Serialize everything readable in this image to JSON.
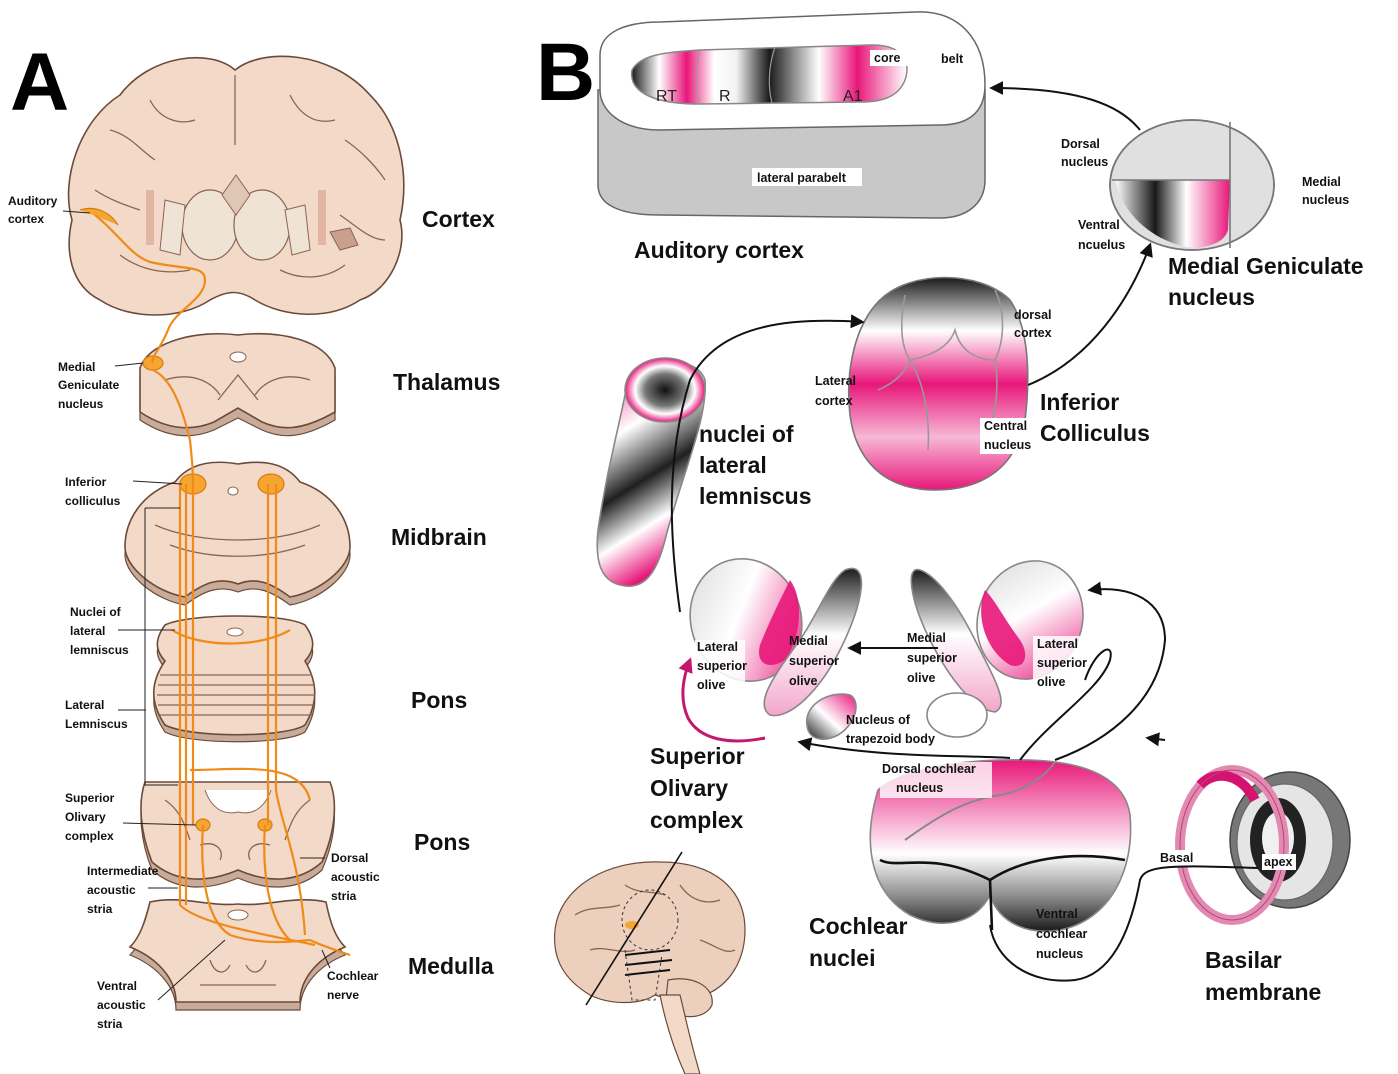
{
  "panel_a": {
    "letter": "A",
    "levels": [
      "Cortex",
      "Thalamus",
      "Midbrain",
      "Pons",
      "Pons",
      "Medulla"
    ],
    "labels": {
      "auditory_cortex": [
        "Auditory",
        "cortex"
      ],
      "medial_geniculate": [
        "Medial",
        "Geniculate",
        "nucleus"
      ],
      "inferior_colliculus": [
        "Inferior",
        "colliculus"
      ],
      "nuclei_lateral_lemniscus": [
        "Nuclei of",
        "lateral",
        "lemniscus"
      ],
      "lateral_lemniscus": [
        "Lateral",
        "Lemniscus"
      ],
      "superior_olivary": [
        "Superior",
        "Olivary",
        "complex"
      ],
      "intermediate_stria": [
        "Intermediate",
        "acoustic",
        "stria"
      ],
      "dorsal_stria": [
        "Dorsal",
        "acoustic",
        "stria"
      ],
      "ventral_stria": [
        "Ventral",
        "acoustic",
        "stria"
      ],
      "cochlear_nerve": [
        "Cochlear",
        "nerve"
      ]
    }
  },
  "panel_b": {
    "letter": "B",
    "auditory_cortex": {
      "title": "Auditory cortex",
      "core": "core",
      "belt": "belt",
      "parabelt": "lateral parabelt",
      "fields": [
        "RT",
        "R",
        "A1"
      ]
    },
    "mgn": {
      "title": [
        "Medial Geniculate",
        "nucleus"
      ],
      "dorsal": [
        "Dorsal",
        "nucleus"
      ],
      "ventral": [
        "Ventral",
        "ncuelus"
      ],
      "medial": [
        "Medial",
        "nucleus"
      ]
    },
    "ic": {
      "title": [
        "Inferior",
        "Colliculus"
      ],
      "dorsal": [
        "dorsal",
        "cortex"
      ],
      "lateral": [
        "Lateral",
        "cortex"
      ],
      "central": [
        "Central",
        "nucleus"
      ]
    },
    "nll": {
      "title": [
        "nuclei of",
        "lateral",
        "lemniscus"
      ]
    },
    "soc": {
      "title": [
        "Superior",
        "Olivary",
        "complex"
      ],
      "lso_left": [
        "Lateral",
        "superior",
        "olive"
      ],
      "mso_left": [
        "Medial",
        "superior",
        "olive"
      ],
      "mso_right": [
        "Medial",
        "superior",
        "olive"
      ],
      "lso_right": [
        "Lateral",
        "superior",
        "olive"
      ],
      "mntb": [
        "Nucleus of",
        "trapezoid body"
      ]
    },
    "cn": {
      "title": [
        "Cochlear",
        "nuclei"
      ],
      "dorsal": [
        "Dorsal cochlear",
        "nucleus"
      ],
      "ventral": [
        "Ventral",
        "cochlear",
        "nucleus"
      ]
    },
    "bm": {
      "title": [
        "Basilar",
        "membrane"
      ],
      "basal": "Basal",
      "apex": "apex"
    }
  }
}
